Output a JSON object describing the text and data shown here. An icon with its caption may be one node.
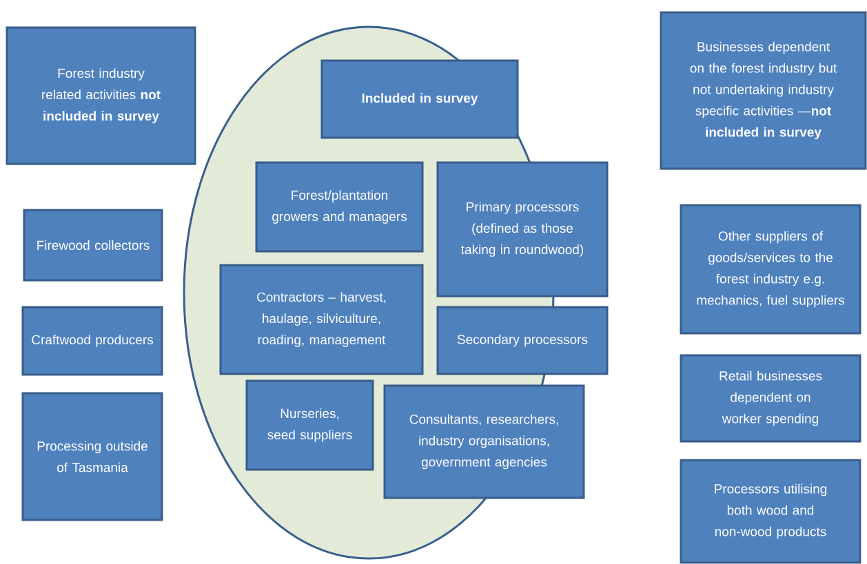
{
  "diagram": {
    "nodes": [
      {
        "text": [
          "Forest industry related activities **not included in survey**"
        ]
      },
      {
        "text": [
          "Firewood collectors"
        ]
      },
      {
        "text": [
          "Craftwood producers"
        ]
      },
      {
        "text": [
          "Processing outside of Tasmania"
        ]
      },
      {
        "text": [
          "Included in survey"
        ]
      },
      {
        "text": [
          "Forest/plantation growers and managers"
        ]
      },
      {
        "text": [
          "Primary processors (defined as those taking in roundwood)"
        ]
      },
      {
        "text": [
          "Contractors – harvest, haulage, silviculture, roading, management"
        ]
      },
      {
        "text": [
          "Secondary processors"
        ]
      },
      {
        "text": [
          "Nurseries, seed suppliers"
        ]
      },
      {
        "text": [
          "Consultants, researchers, industry organisations, government agencies"
        ]
      },
      {
        "text": [
          "Businesses dependent on the forest industry but not undertaking industry specific activities —**not included in survey**"
        ]
      },
      {
        "text": [
          "Other suppliers of goods/services to the forest industry e.g. mechanics, fuel suppliers"
        ]
      },
      {
        "text": [
          "Retail businesses dependent on worker spending"
        ]
      },
      {
        "text": [
          "Processors utilising both wood and non-wood products"
        ]
      }
    ]
  }
}
